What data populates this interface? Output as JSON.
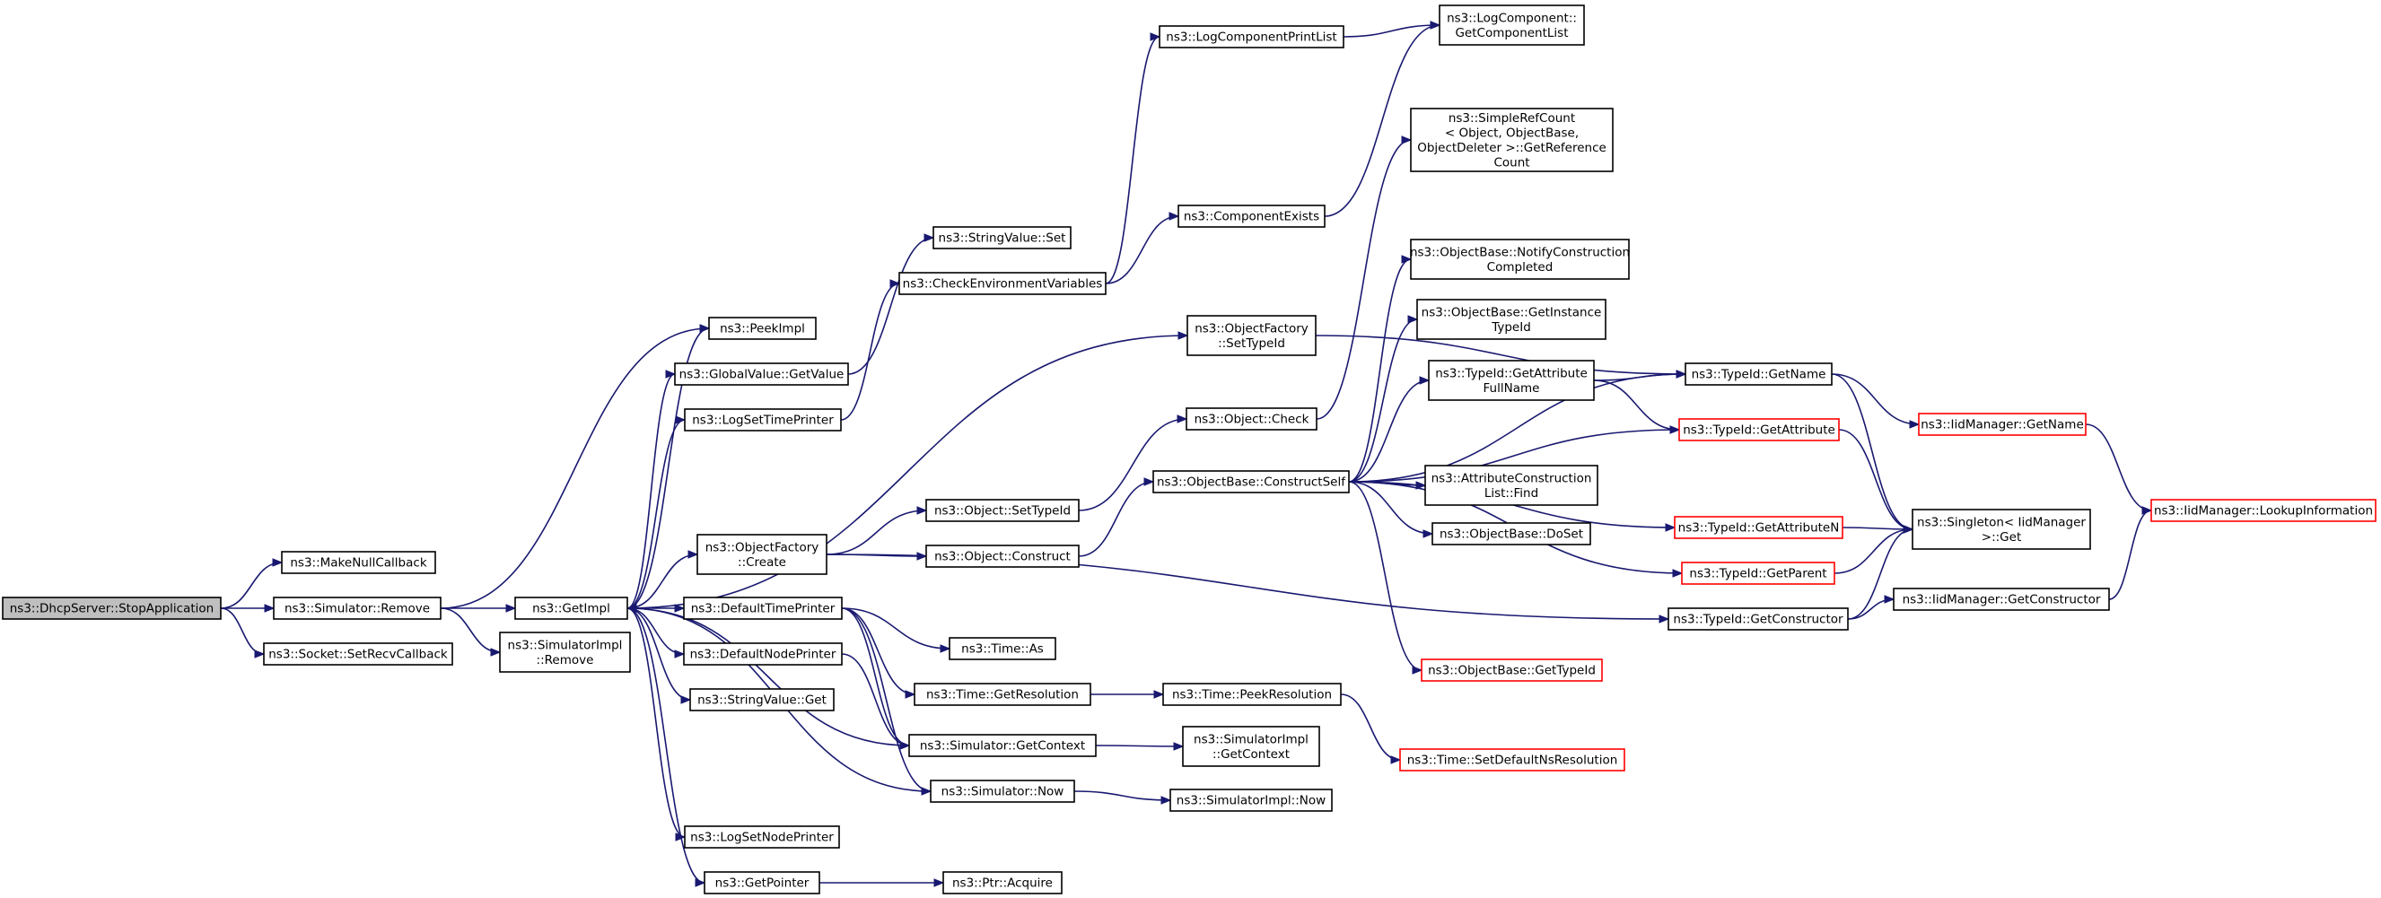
{
  "graph": {
    "type": "call-graph",
    "colors": {
      "edge": "#191970",
      "node_border": "#000000",
      "root_fill": "#bfbfbf",
      "truncated_border": "#ff0000"
    },
    "nodes": [
      {
        "id": "n0",
        "lines": [
          "ns3::DhcpServer::StopApplication"
        ],
        "root": true
      },
      {
        "id": "n1",
        "lines": [
          "ns3::MakeNullCallback"
        ]
      },
      {
        "id": "n2",
        "lines": [
          "ns3::Simulator::Remove"
        ]
      },
      {
        "id": "n3",
        "lines": [
          "ns3::Socket::SetRecvCallback"
        ]
      },
      {
        "id": "n4",
        "lines": [
          "ns3::GetImpl"
        ]
      },
      {
        "id": "n5",
        "lines": [
          "ns3::SimulatorImpl",
          "::Remove"
        ]
      },
      {
        "id": "n6",
        "lines": [
          "ns3::PeekImpl"
        ]
      },
      {
        "id": "n7",
        "lines": [
          "ns3::GlobalValue::GetValue"
        ]
      },
      {
        "id": "n8",
        "lines": [
          "ns3::LogSetTimePrinter"
        ]
      },
      {
        "id": "n9",
        "lines": [
          "ns3::ObjectFactory",
          "::Create"
        ]
      },
      {
        "id": "n10",
        "lines": [
          "ns3::DefaultTimePrinter"
        ]
      },
      {
        "id": "n11",
        "lines": [
          "ns3::DefaultNodePrinter"
        ]
      },
      {
        "id": "n12",
        "lines": [
          "ns3::StringValue::Get"
        ]
      },
      {
        "id": "n13",
        "lines": [
          "ns3::LogSetNodePrinter"
        ]
      },
      {
        "id": "n14",
        "lines": [
          "ns3::GetPointer"
        ]
      },
      {
        "id": "n15",
        "lines": [
          "ns3::StringValue::Set"
        ]
      },
      {
        "id": "n16",
        "lines": [
          "ns3::CheckEnvironmentVariables"
        ]
      },
      {
        "id": "n17",
        "lines": [
          "ns3::Object::SetTypeId"
        ]
      },
      {
        "id": "n18",
        "lines": [
          "ns3::Object::Construct"
        ]
      },
      {
        "id": "n19",
        "lines": [
          "ns3::Time::As"
        ]
      },
      {
        "id": "n20",
        "lines": [
          "ns3::Time::GetResolution"
        ]
      },
      {
        "id": "n21",
        "lines": [
          "ns3::Simulator::GetContext"
        ]
      },
      {
        "id": "n22",
        "lines": [
          "ns3::Simulator::Now"
        ]
      },
      {
        "id": "n23",
        "lines": [
          "ns3::Ptr::Acquire"
        ]
      },
      {
        "id": "n24",
        "lines": [
          "ns3::LogComponentPrintList"
        ]
      },
      {
        "id": "n25",
        "lines": [
          "ns3::ComponentExists"
        ]
      },
      {
        "id": "n26",
        "lines": [
          "ns3::ObjectFactory",
          "::SetTypeId"
        ]
      },
      {
        "id": "n27",
        "lines": [
          "ns3::Object::Check"
        ]
      },
      {
        "id": "n28",
        "lines": [
          "ns3::ObjectBase::ConstructSelf"
        ]
      },
      {
        "id": "n29",
        "lines": [
          "ns3::Time::PeekResolution"
        ]
      },
      {
        "id": "n30",
        "lines": [
          "ns3::SimulatorImpl",
          "::GetContext"
        ]
      },
      {
        "id": "n31",
        "lines": [
          "ns3::SimulatorImpl::Now"
        ]
      },
      {
        "id": "n32",
        "lines": [
          "ns3::LogComponent::",
          "GetComponentList"
        ]
      },
      {
        "id": "n33",
        "lines": [
          "ns3::SimpleRefCount",
          "< Object, ObjectBase,",
          "ObjectDeleter >::GetReference",
          "Count"
        ]
      },
      {
        "id": "n34",
        "lines": [
          "ns3::ObjectBase::NotifyConstruction",
          "Completed"
        ]
      },
      {
        "id": "n35",
        "lines": [
          "ns3::ObjectBase::GetInstance",
          "TypeId"
        ]
      },
      {
        "id": "n36",
        "lines": [
          "ns3::TypeId::GetAttribute",
          "FullName"
        ]
      },
      {
        "id": "n37",
        "lines": [
          "ns3::AttributeConstruction",
          "List::Find"
        ]
      },
      {
        "id": "n38",
        "lines": [
          "ns3::ObjectBase::DoSet"
        ]
      },
      {
        "id": "n39",
        "lines": [
          "ns3::ObjectBase::GetTypeId"
        ],
        "truncated": true
      },
      {
        "id": "n40",
        "lines": [
          "ns3::Time::SetDefaultNsResolution"
        ],
        "truncated": true
      },
      {
        "id": "n41",
        "lines": [
          "ns3::TypeId::GetName"
        ]
      },
      {
        "id": "n42",
        "lines": [
          "ns3::TypeId::GetAttribute"
        ],
        "truncated": true
      },
      {
        "id": "n43",
        "lines": [
          "ns3::TypeId::GetAttributeN"
        ],
        "truncated": true
      },
      {
        "id": "n44",
        "lines": [
          "ns3::TypeId::GetParent"
        ],
        "truncated": true
      },
      {
        "id": "n45",
        "lines": [
          "ns3::TypeId::GetConstructor"
        ]
      },
      {
        "id": "n46",
        "lines": [
          "ns3::IidManager::GetName"
        ],
        "truncated": true
      },
      {
        "id": "n47",
        "lines": [
          "ns3::Singleton< IidManager",
          " >::Get"
        ]
      },
      {
        "id": "n48",
        "lines": [
          "ns3::IidManager::GetConstructor"
        ]
      },
      {
        "id": "n49",
        "lines": [
          "ns3::IidManager::LookupInformation"
        ],
        "truncated": true
      }
    ],
    "edges": [
      [
        "n0",
        "n1"
      ],
      [
        "n0",
        "n2"
      ],
      [
        "n0",
        "n3"
      ],
      [
        "n2",
        "n4"
      ],
      [
        "n2",
        "n5"
      ],
      [
        "n2",
        "n6"
      ],
      [
        "n4",
        "n6"
      ],
      [
        "n4",
        "n7"
      ],
      [
        "n4",
        "n8"
      ],
      [
        "n4",
        "n9"
      ],
      [
        "n4",
        "n10"
      ],
      [
        "n4",
        "n11"
      ],
      [
        "n4",
        "n12"
      ],
      [
        "n4",
        "n13"
      ],
      [
        "n4",
        "n14"
      ],
      [
        "n4",
        "n26"
      ],
      [
        "n7",
        "n15"
      ],
      [
        "n8",
        "n16"
      ],
      [
        "n9",
        "n17"
      ],
      [
        "n9",
        "n18"
      ],
      [
        "n9",
        "n45"
      ],
      [
        "n10",
        "n19"
      ],
      [
        "n10",
        "n20"
      ],
      [
        "n10",
        "n21"
      ],
      [
        "n10",
        "n22"
      ],
      [
        "n11",
        "n21"
      ],
      [
        "n21",
        "n4"
      ],
      [
        "n22",
        "n4"
      ],
      [
        "n21",
        "n30"
      ],
      [
        "n22",
        "n31"
      ],
      [
        "n14",
        "n23"
      ],
      [
        "n16",
        "n24"
      ],
      [
        "n16",
        "n25"
      ],
      [
        "n24",
        "n32"
      ],
      [
        "n25",
        "n32"
      ],
      [
        "n26",
        "n41"
      ],
      [
        "n17",
        "n27"
      ],
      [
        "n27",
        "n33"
      ],
      [
        "n18",
        "n28"
      ],
      [
        "n28",
        "n34"
      ],
      [
        "n28",
        "n35"
      ],
      [
        "n28",
        "n36"
      ],
      [
        "n28",
        "n37"
      ],
      [
        "n28",
        "n38"
      ],
      [
        "n28",
        "n39"
      ],
      [
        "n28",
        "n41"
      ],
      [
        "n28",
        "n42"
      ],
      [
        "n28",
        "n43"
      ],
      [
        "n28",
        "n44"
      ],
      [
        "n20",
        "n29"
      ],
      [
        "n29",
        "n40"
      ],
      [
        "n36",
        "n41"
      ],
      [
        "n36",
        "n42"
      ],
      [
        "n41",
        "n46"
      ],
      [
        "n41",
        "n47"
      ],
      [
        "n42",
        "n47"
      ],
      [
        "n43",
        "n47"
      ],
      [
        "n44",
        "n47"
      ],
      [
        "n45",
        "n47"
      ],
      [
        "n45",
        "n48"
      ],
      [
        "n46",
        "n49"
      ],
      [
        "n48",
        "n49"
      ]
    ]
  }
}
